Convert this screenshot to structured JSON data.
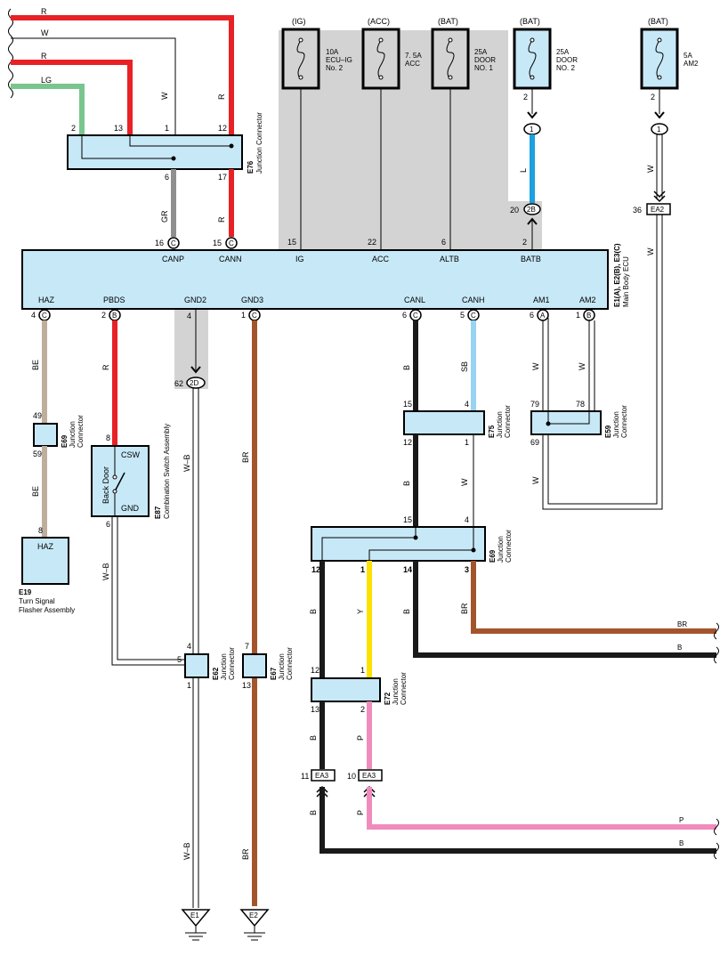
{
  "colors": {
    "red": "#e82127",
    "green": "#7ac58f",
    "gray": "#8f8f8f",
    "blue": "#1ba0e0",
    "brown": "#a4542c",
    "tan": "#bfae9b",
    "light_blue": "#99d3f2",
    "yellow": "#fde100",
    "pink": "#f08cbd",
    "black": "#1a1a1a",
    "box_fill": "#c7e8f7",
    "shade": "#d3d3d3"
  },
  "top_wires": {
    "w1": "R",
    "w2": "W",
    "w3": "R",
    "w4": "LG",
    "drop_w": "W",
    "drop_r": "R"
  },
  "e76": {
    "code": "E76",
    "type": "Junction Connector",
    "pins": {
      "p2": "2",
      "p13": "13",
      "p1": "1",
      "p12": "12",
      "p6": "6",
      "p17": "17"
    },
    "wire_gr": "GR",
    "wire_r": "R"
  },
  "fuses": [
    {
      "source": "(IG)",
      "rating": "10A",
      "name": "ECU–IG",
      "name2": "No. 2",
      "pin": "15"
    },
    {
      "source": "(ACC)",
      "rating": "7. 5A",
      "name": "ACC",
      "name2": "",
      "pin": "22"
    },
    {
      "source": "(BAT)",
      "rating": "25A",
      "name": "DOOR",
      "name2": "NO. 1",
      "pin": "6"
    },
    {
      "source": "(BAT)",
      "rating": "25A",
      "name": "DOOR",
      "name2": "NO. 2",
      "pin_out": "2",
      "conn_pin": "1",
      "wire": "L",
      "jc": "2B",
      "jc_pin": "20",
      "ecu_pin": "2"
    },
    {
      "source": "(BAT)",
      "rating": "5A",
      "name": "AM2",
      "name2": "",
      "pin_out": "2",
      "conn_pin": "1",
      "wire": "W",
      "conn": "EA2",
      "conn_pin2": "36",
      "wire2": "W"
    }
  ],
  "ecu": {
    "code": "E1(A), E2(B), E3(C)",
    "name": "Main Body ECU",
    "top_pins": [
      {
        "num": "16",
        "conn": "C",
        "label": "CANP"
      },
      {
        "num": "15",
        "conn": "C",
        "label": "CANN"
      },
      {
        "num": "",
        "conn": "",
        "label": "IG"
      },
      {
        "num": "",
        "conn": "",
        "label": "ACC"
      },
      {
        "num": "",
        "conn": "",
        "label": "ALTB"
      },
      {
        "num": "",
        "conn": "",
        "label": "BATB"
      }
    ],
    "bottom_pins": [
      {
        "num": "4",
        "conn": "C",
        "label": "HAZ"
      },
      {
        "num": "2",
        "conn": "B",
        "label": "PBDS"
      },
      {
        "num": "4",
        "conn": "",
        "label": "GND2"
      },
      {
        "num": "1",
        "conn": "C",
        "label": "GND3"
      },
      {
        "num": "6",
        "conn": "C",
        "label": "CANL"
      },
      {
        "num": "5",
        "conn": "C",
        "label": "CANH"
      },
      {
        "num": "6",
        "conn": "A",
        "label": "AM1"
      },
      {
        "num": "1",
        "conn": "B",
        "label": "AM2"
      }
    ]
  },
  "e69a": {
    "code": "E69",
    "type": "Junction",
    "type2": "Connector",
    "pin_top": "49",
    "pin_bot": "59",
    "wire": "BE"
  },
  "e19": {
    "code": "E19",
    "label": "HAZ",
    "pin": "8",
    "name": "Turn Signal",
    "name2": "Flasher Assembly"
  },
  "e87": {
    "code": "E87",
    "name": "Combination Switch Assembly",
    "switch": "Back Door",
    "csw": "CSW",
    "gnd": "GND",
    "pin_top": "8",
    "pin_bot": "6",
    "wire_top": "R",
    "wire_bot": "W–B"
  },
  "gnd2": {
    "jc": "2D",
    "jc_pin": "62",
    "wire": "W–B"
  },
  "e62": {
    "code": "E62",
    "type": "Junction",
    "type2": "Connector",
    "pin_top": "4",
    "pin_left": "5",
    "pin_bot": "1"
  },
  "e67": {
    "code": "E67",
    "type": "Junction",
    "type2": "Connector",
    "pin_top": "7",
    "pin_bot": "13",
    "wire": "BR"
  },
  "e75": {
    "code": "E75",
    "type": "Junction",
    "type2": "Connector",
    "p15": "15",
    "p4": "4",
    "p12": "12",
    "p1": "1",
    "wire_b": "B",
    "wire_sb": "SB",
    "wire_w": "W"
  },
  "e59": {
    "code": "E59",
    "type": "Junction",
    "type2": "Connector",
    "p79": "79",
    "p78": "78",
    "p69": "69",
    "wire_w": "W"
  },
  "e69b": {
    "code": "E69",
    "type": "Junction",
    "type2": "Connector",
    "p15": "15",
    "p4": "4",
    "p12": "12",
    "p1": "1",
    "p14": "14",
    "p3": "3",
    "wire_b": "B",
    "wire_y": "Y",
    "wire_br": "BR"
  },
  "e72": {
    "code": "E72",
    "type": "Junction",
    "type2": "Connector",
    "p12": "12",
    "p1": "1",
    "p13": "13",
    "p2": "2",
    "wire_b": "B",
    "wire_p": "P"
  },
  "ea3": {
    "code": "EA3",
    "pin_b": "11",
    "pin_p": "10"
  },
  "right_exits": {
    "br": "BR",
    "b1": "B",
    "p": "P",
    "b2": "B"
  },
  "grounds": {
    "e1": "E1",
    "e2": "E2",
    "wire_wb": "W–B",
    "wire_br": "BR"
  }
}
